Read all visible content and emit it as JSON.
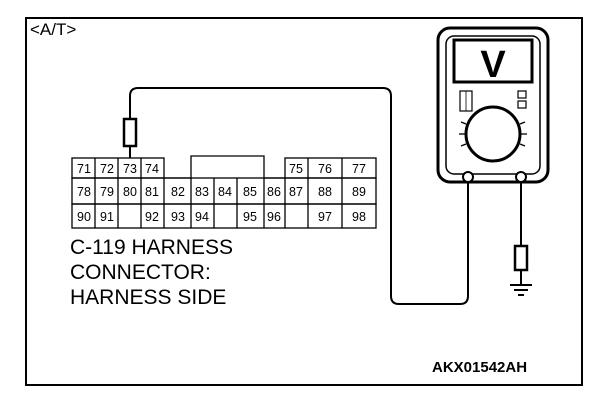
{
  "section_tag": "<A/T>",
  "connector": {
    "caption_lines": [
      "C-119 HARNESS",
      "CONNECTOR:",
      "HARNESS SIDE"
    ],
    "pins": {
      "row1": [
        "71",
        "72",
        "73",
        "74",
        "75",
        "76",
        "77"
      ],
      "row2": [
        "78",
        "79",
        "80",
        "81",
        "82",
        "83",
        "84",
        "85",
        "86",
        "87",
        "88",
        "89"
      ],
      "row3": [
        "90",
        "91",
        "92",
        "93",
        "94",
        "95",
        "96",
        "97",
        "98"
      ]
    }
  },
  "meter": {
    "display_symbol": "V",
    "type": "voltmeter"
  },
  "figure_code": "AKX01542AH"
}
